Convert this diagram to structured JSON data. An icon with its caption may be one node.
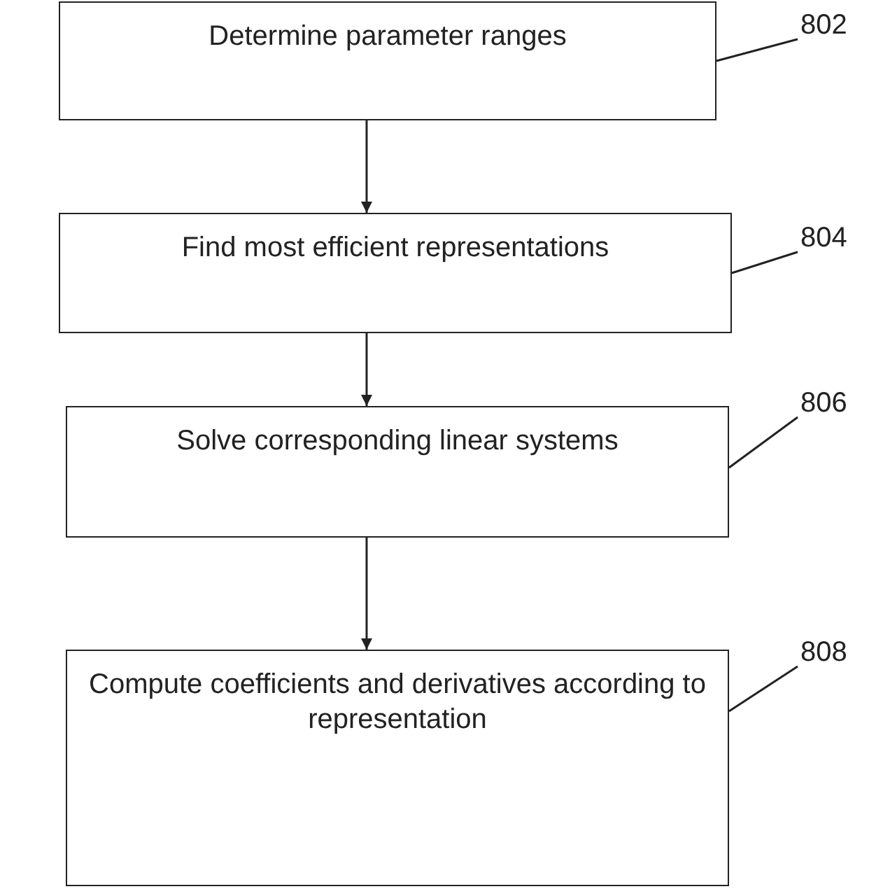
{
  "diagram": {
    "nodes": [
      {
        "text": [
          "Determine parameter ranges"
        ]
      },
      {
        "text": [
          "Find most efficient representations"
        ]
      },
      {
        "text": [
          "Solve corresponding linear systems"
        ]
      },
      {
        "text": [
          "Compute coefficients and derivatives according to representation"
        ]
      },
      {
        "text": [
          "802"
        ]
      },
      {
        "text": [
          "804"
        ]
      },
      {
        "text": [
          "806"
        ]
      },
      {
        "text": [
          "808"
        ]
      }
    ],
    "edges": [
      {
        "from": 0,
        "to": 1,
        "arrow": "to"
      },
      {
        "from": 1,
        "to": 2,
        "arrow": "to"
      },
      {
        "from": 2,
        "to": 3,
        "arrow": "to"
      },
      {
        "from": 4,
        "to": 0,
        "arrow": "none"
      },
      {
        "from": 5,
        "to": 1,
        "arrow": "none"
      },
      {
        "from": 6,
        "to": 2,
        "arrow": "none"
      },
      {
        "from": 7,
        "to": 3,
        "arrow": "none"
      }
    ]
  }
}
